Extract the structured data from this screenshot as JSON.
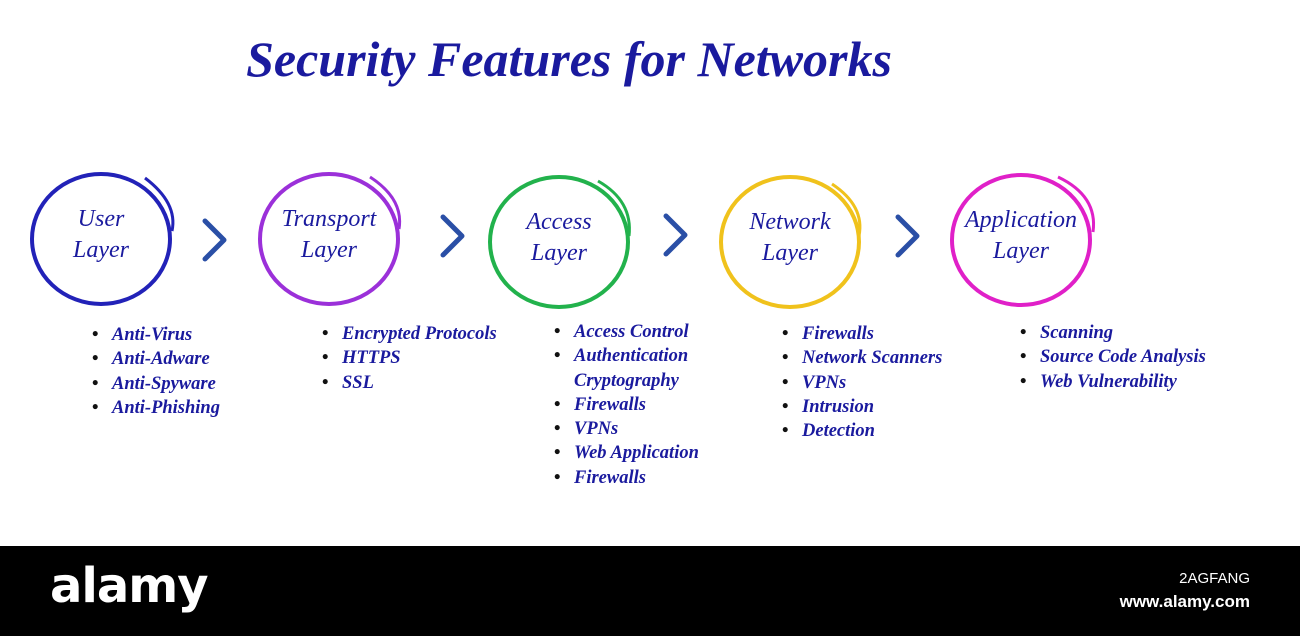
{
  "title": "Security Features for Networks",
  "layers": [
    {
      "line1": "User",
      "line2": "Layer",
      "color": "#2222b8",
      "items": [
        "Anti-Virus",
        "Anti-Adware",
        "Anti-Spyware",
        "Anti-Phishing"
      ]
    },
    {
      "line1": "Transport",
      "line2": "Layer",
      "color": "#9b30d9",
      "items": [
        "Encrypted Protocols",
        "HTTPS",
        "SSL"
      ]
    },
    {
      "line1": "Access",
      "line2": "Layer",
      "color": "#22b24c",
      "items": [
        "Access Control",
        "Authentication",
        "Cryptography",
        "Firewalls",
        "VPNs",
        "Web Application",
        "Firewalls"
      ]
    },
    {
      "line1": "Network",
      "line2": "Layer",
      "color": "#f0c21c",
      "items": [
        "Firewalls",
        "Network Scanners",
        "VPNs",
        "Intrusion",
        "Detection"
      ]
    },
    {
      "line1": "Application",
      "line2": "Layer",
      "color": "#e020c8",
      "items": [
        "Scanning",
        "Source Code Analysis",
        "Web Vulnerability"
      ]
    }
  ],
  "arrow_color": "#2a4fa6",
  "watermark": {
    "logo": "alamy",
    "image_id": "2AGFANG",
    "site": "www.alamy.com"
  }
}
